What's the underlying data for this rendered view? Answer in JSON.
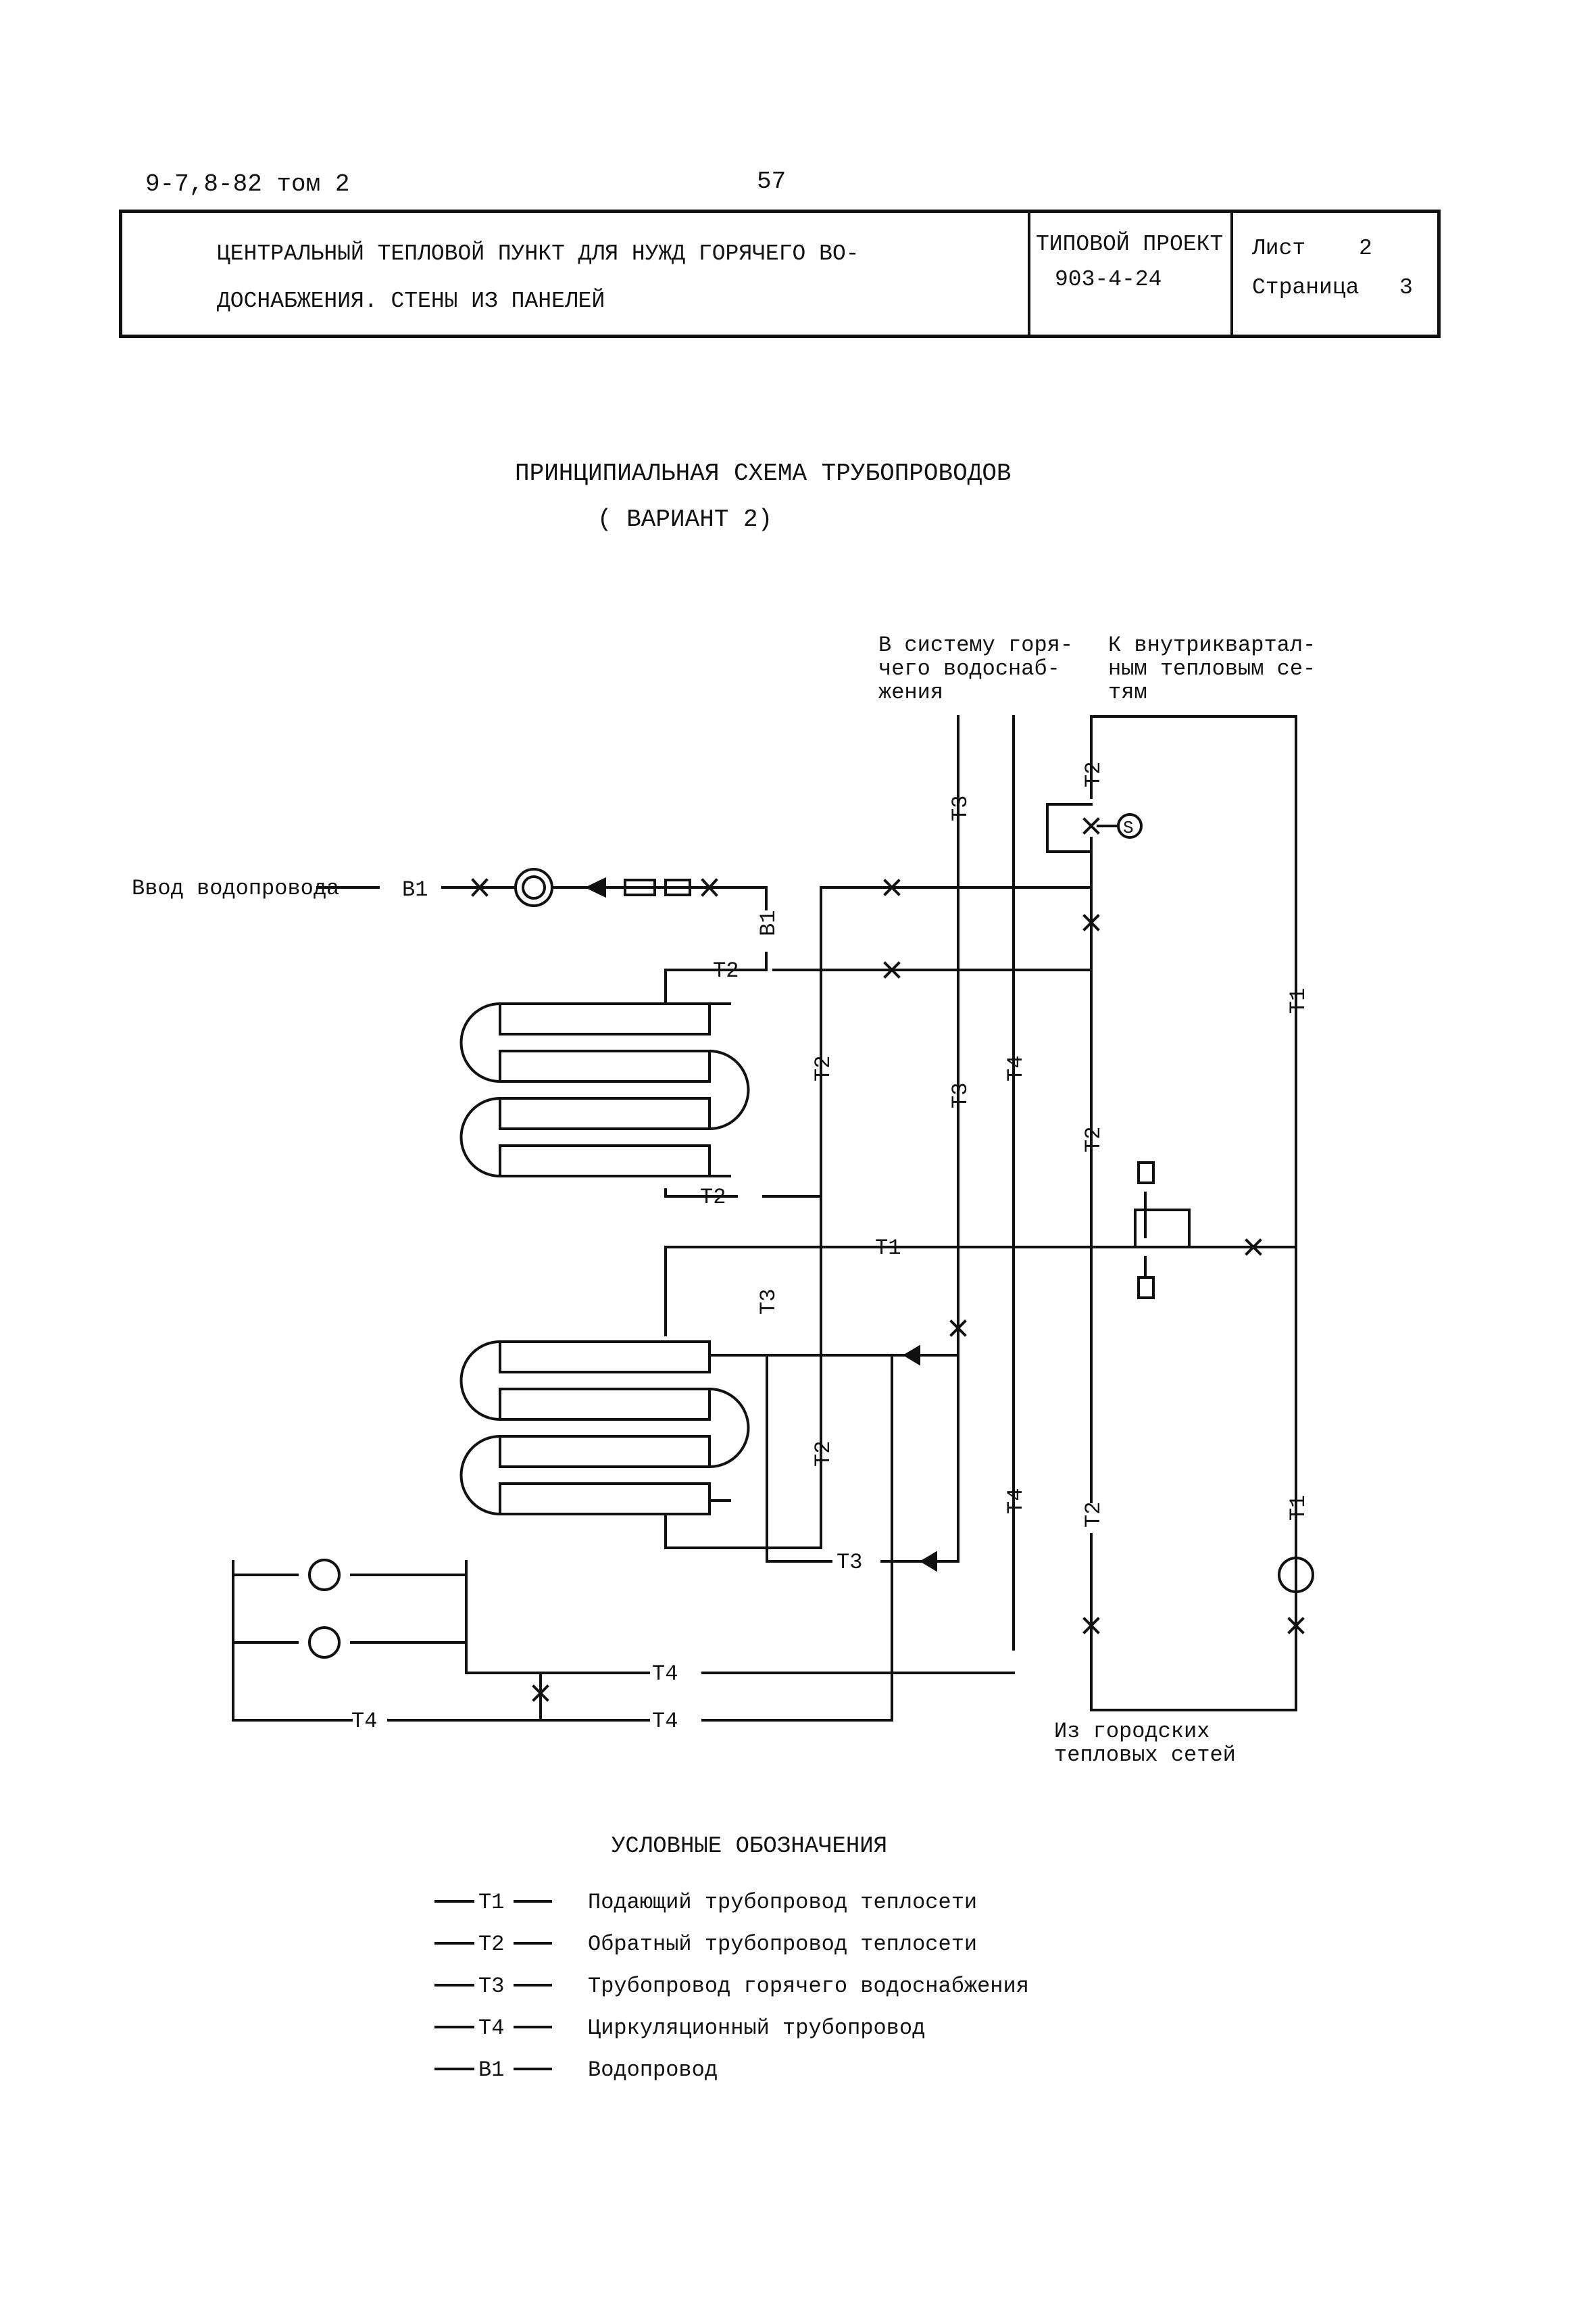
{
  "header": {
    "doc_code": "9-7,8-82 том 2",
    "page_number": "57"
  },
  "stamp": {
    "title_line1": "ЦЕНТРАЛЬНЫЙ ТЕПЛОВОЙ ПУНКТ ДЛЯ НУЖД ГОРЯЧЕГО ВО-",
    "title_line2": "ДОСНАБЖЕНИЯ.   СТЕНЫ ИЗ ПАНЕЛЕЙ",
    "project_label": "ТИПОВОЙ ПРОЕКТ",
    "project_number": "903-4-24",
    "sheet_label": "Лист",
    "sheet_value": "2",
    "page_label": "Страница",
    "page_value": "3"
  },
  "drawing": {
    "title": "ПРИНЦИПИАЛЬНАЯ СХЕМА ТРУБОПРОВОДОВ",
    "subtitle": "( ВАРИАНТ 2)",
    "label_hw_1": "В систему горя-",
    "label_hw_2": "чего водоснаб-",
    "label_hw_3": "жения",
    "label_ds_1": "К внутриквартал-",
    "label_ds_2": "ным тепловым се-",
    "label_ds_3": "тям",
    "label_water_inlet": "Ввод водопровода",
    "label_city_1": "Из городских",
    "label_city_2": "тепловых сетей",
    "pump_symbol": "S",
    "pipes": {
      "t1": "T1",
      "t2": "T2",
      "t3": "T3",
      "t4": "T4",
      "b1": "B1"
    }
  },
  "legend": {
    "title": "УСЛОВНЫЕ ОБОЗНАЧЕНИЯ",
    "items": [
      {
        "code": "T1",
        "text": "Подающий трубопровод теплосети"
      },
      {
        "code": "T2",
        "text": "Обратный трубопровод теплосети"
      },
      {
        "code": "T3",
        "text": "Трубопровод горячего водоснабжения"
      },
      {
        "code": "T4",
        "text": "Циркуляционный трубопровод"
      },
      {
        "code": "B1",
        "text": "Водопровод"
      }
    ]
  }
}
